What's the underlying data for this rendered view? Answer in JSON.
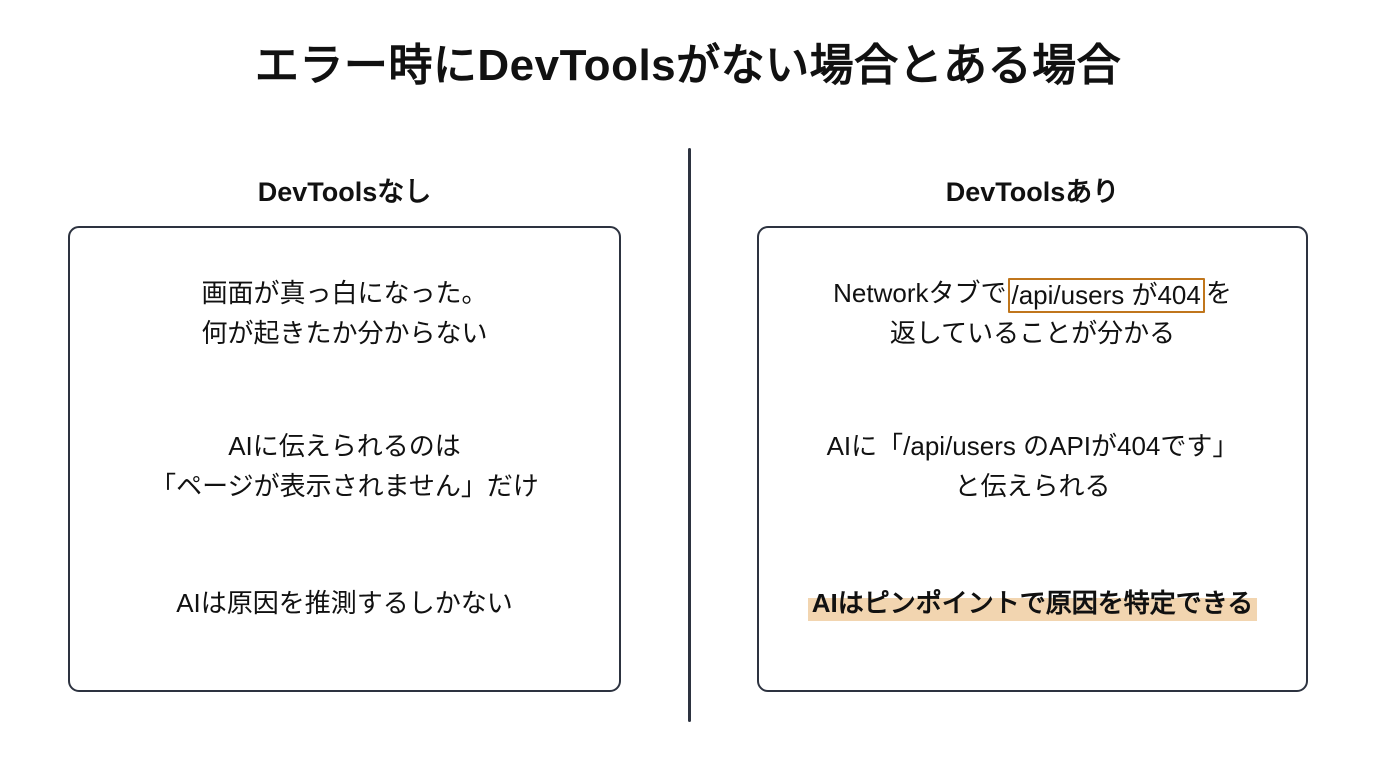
{
  "slide": {
    "title": "エラー時にDevToolsがない場合とある場合",
    "accent_box_color": "#c0761c",
    "highlight_color": "#f2d5b0",
    "border_color": "#2d3340",
    "background_color": "#ffffff",
    "text_color": "#111111"
  },
  "columns": {
    "left": {
      "header": "DevToolsなし",
      "blocks": [
        {
          "lines": [
            "画面が真っ白になった。",
            "何が起きたか分からない"
          ]
        },
        {
          "lines": [
            "AIに伝えられるのは",
            "「ページが表示されません」だけ"
          ]
        },
        {
          "lines": [
            "AIは原因を推測するしかない"
          ]
        }
      ]
    },
    "right": {
      "header": "DevToolsあり",
      "blocks": [
        {
          "line1_prefix": "Networkタブで",
          "line1_boxed": "/api/users が404",
          "line1_suffix": "を",
          "line2": "返していることが分かる"
        },
        {
          "lines": [
            "AIに「/api/users のAPIが404です」",
            "と伝えられる"
          ]
        },
        {
          "highlighted": "AIはピンポイントで原因を特定できる"
        }
      ]
    }
  }
}
